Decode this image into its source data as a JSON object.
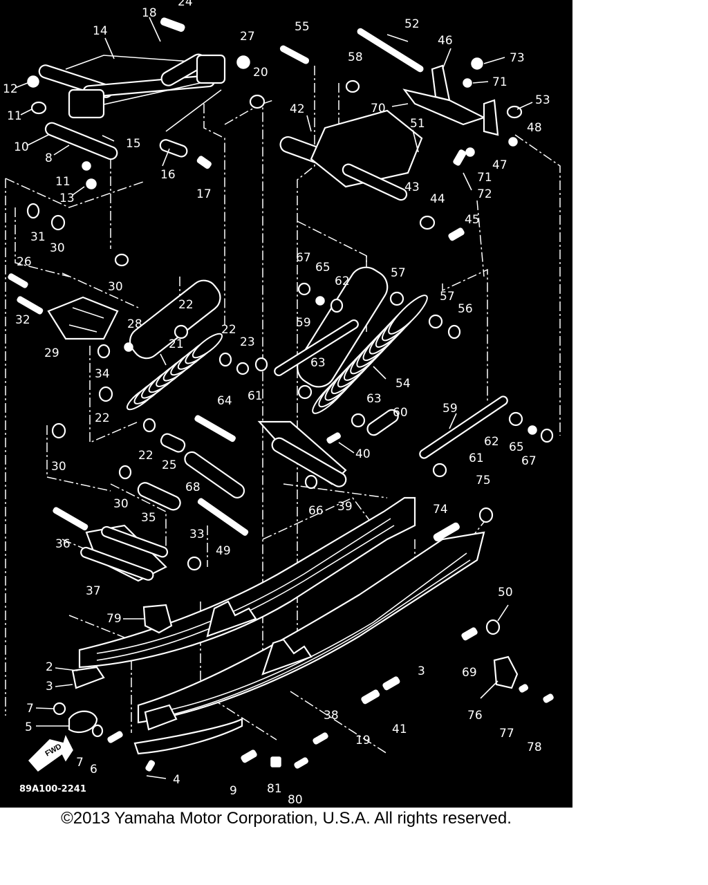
{
  "diagram": {
    "drawing_number": "89A100-2241",
    "fwd_label": "FWD",
    "callouts": [
      {
        "id": "c1",
        "text": "24"
      },
      {
        "id": "c2",
        "text": "18"
      },
      {
        "id": "c3",
        "text": "14"
      },
      {
        "id": "c4",
        "text": "27"
      },
      {
        "id": "c5",
        "text": "20"
      },
      {
        "id": "c6",
        "text": "12"
      },
      {
        "id": "c7",
        "text": "11"
      },
      {
        "id": "c8",
        "text": "10"
      },
      {
        "id": "c9",
        "text": "8"
      },
      {
        "id": "c10",
        "text": "15"
      },
      {
        "id": "c11",
        "text": "16"
      },
      {
        "id": "c12",
        "text": "11"
      },
      {
        "id": "c13",
        "text": "13"
      },
      {
        "id": "c14",
        "text": "17"
      },
      {
        "id": "c15",
        "text": "55"
      },
      {
        "id": "c16",
        "text": "52"
      },
      {
        "id": "c17",
        "text": "46"
      },
      {
        "id": "c18",
        "text": "73"
      },
      {
        "id": "c19",
        "text": "58"
      },
      {
        "id": "c20",
        "text": "71"
      },
      {
        "id": "c21",
        "text": "42"
      },
      {
        "id": "c22",
        "text": "70"
      },
      {
        "id": "c23",
        "text": "53"
      },
      {
        "id": "c24",
        "text": "48"
      },
      {
        "id": "c25",
        "text": "51"
      },
      {
        "id": "c26",
        "text": "47"
      },
      {
        "id": "c27",
        "text": "71"
      },
      {
        "id": "c28",
        "text": "72"
      },
      {
        "id": "c29",
        "text": "43"
      },
      {
        "id": "c30",
        "text": "44"
      },
      {
        "id": "c31",
        "text": "45"
      },
      {
        "id": "c32",
        "text": "31"
      },
      {
        "id": "c33",
        "text": "30"
      },
      {
        "id": "c34",
        "text": "26"
      },
      {
        "id": "c35",
        "text": "30"
      },
      {
        "id": "c36",
        "text": "67"
      },
      {
        "id": "c37",
        "text": "65"
      },
      {
        "id": "c38",
        "text": "62"
      },
      {
        "id": "c39",
        "text": "57"
      },
      {
        "id": "c40",
        "text": "57"
      },
      {
        "id": "c41",
        "text": "56"
      },
      {
        "id": "c42",
        "text": "22"
      },
      {
        "id": "c43",
        "text": "32"
      },
      {
        "id": "c44",
        "text": "28"
      },
      {
        "id": "c45",
        "text": "29"
      },
      {
        "id": "c46",
        "text": "59"
      },
      {
        "id": "c47",
        "text": "22"
      },
      {
        "id": "c48",
        "text": "23"
      },
      {
        "id": "c49",
        "text": "21"
      },
      {
        "id": "c50",
        "text": "34"
      },
      {
        "id": "c51",
        "text": "63"
      },
      {
        "id": "c52",
        "text": "54"
      },
      {
        "id": "c53",
        "text": "61"
      },
      {
        "id": "c54",
        "text": "22"
      },
      {
        "id": "c55",
        "text": "64"
      },
      {
        "id": "c56",
        "text": "63"
      },
      {
        "id": "c57",
        "text": "60"
      },
      {
        "id": "c58",
        "text": "59"
      },
      {
        "id": "c59",
        "text": "40"
      },
      {
        "id": "c60",
        "text": "62"
      },
      {
        "id": "c61",
        "text": "65"
      },
      {
        "id": "c62",
        "text": "67"
      },
      {
        "id": "c63",
        "text": "22"
      },
      {
        "id": "c64",
        "text": "25"
      },
      {
        "id": "c65",
        "text": "30"
      },
      {
        "id": "c66",
        "text": "61"
      },
      {
        "id": "c67",
        "text": "68"
      },
      {
        "id": "c68",
        "text": "75"
      },
      {
        "id": "c69",
        "text": "30"
      },
      {
        "id": "c70",
        "text": "35"
      },
      {
        "id": "c71",
        "text": "66"
      },
      {
        "id": "c72",
        "text": "39"
      },
      {
        "id": "c73",
        "text": "74"
      },
      {
        "id": "c74",
        "text": "36"
      },
      {
        "id": "c75",
        "text": "33"
      },
      {
        "id": "c76",
        "text": "49"
      },
      {
        "id": "c77",
        "text": "37"
      },
      {
        "id": "c78",
        "text": "50"
      },
      {
        "id": "c79",
        "text": "79"
      },
      {
        "id": "c80",
        "text": "69"
      },
      {
        "id": "c81",
        "text": "2"
      },
      {
        "id": "c82",
        "text": "3"
      },
      {
        "id": "c83",
        "text": "3"
      },
      {
        "id": "c84",
        "text": "76"
      },
      {
        "id": "c85",
        "text": "7"
      },
      {
        "id": "c86",
        "text": "5"
      },
      {
        "id": "c87",
        "text": "38"
      },
      {
        "id": "c88",
        "text": "19"
      },
      {
        "id": "c89",
        "text": "41"
      },
      {
        "id": "c90",
        "text": "77"
      },
      {
        "id": "c91",
        "text": "7"
      },
      {
        "id": "c92",
        "text": "6"
      },
      {
        "id": "c93",
        "text": "78"
      },
      {
        "id": "c94",
        "text": "4"
      },
      {
        "id": "c95",
        "text": "9"
      },
      {
        "id": "c96",
        "text": "81"
      },
      {
        "id": "c97",
        "text": "80"
      }
    ]
  },
  "footer": {
    "copyright": "©2013 Yamaha Motor Corporation, U.S.A. All rights reserved."
  }
}
